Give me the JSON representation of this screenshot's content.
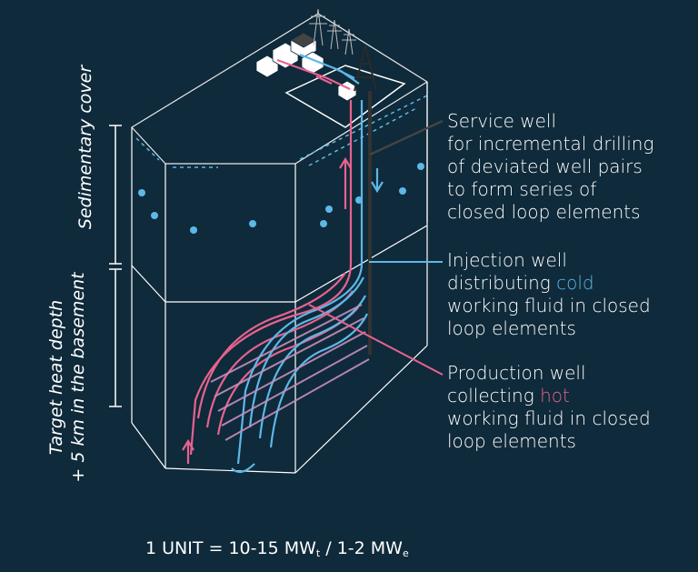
{
  "labels": {
    "sedimentary": "Sedimentary cover",
    "target_line1": "Target heat depth",
    "target_line2": "+ 5 km in the basement"
  },
  "callouts": {
    "service": [
      "Service well",
      "for incremental drilling",
      "of deviated well pairs",
      "to form series of",
      "closed loop elements"
    ],
    "injection": {
      "line1": "Injection well",
      "line2_pre": "distributing ",
      "line2_hl": "cold",
      "line3": "working fluid in closed",
      "line4": "loop elements"
    },
    "production": {
      "line1": "Production well",
      "line2_pre": "collecting ",
      "line2_hl": "hot",
      "line3": "working fluid in closed",
      "line4": "loop elements"
    }
  },
  "formula": {
    "prefix": "1 UNIT = 10-15 MW",
    "sub1": "t",
    "middle": " / 1-2 MW",
    "sub2": "e"
  },
  "colors": {
    "background": "#0f2a3a",
    "outline": "#ffffff",
    "cold": "#5cb8e8",
    "hot": "#e8628f",
    "service": "#333333"
  }
}
